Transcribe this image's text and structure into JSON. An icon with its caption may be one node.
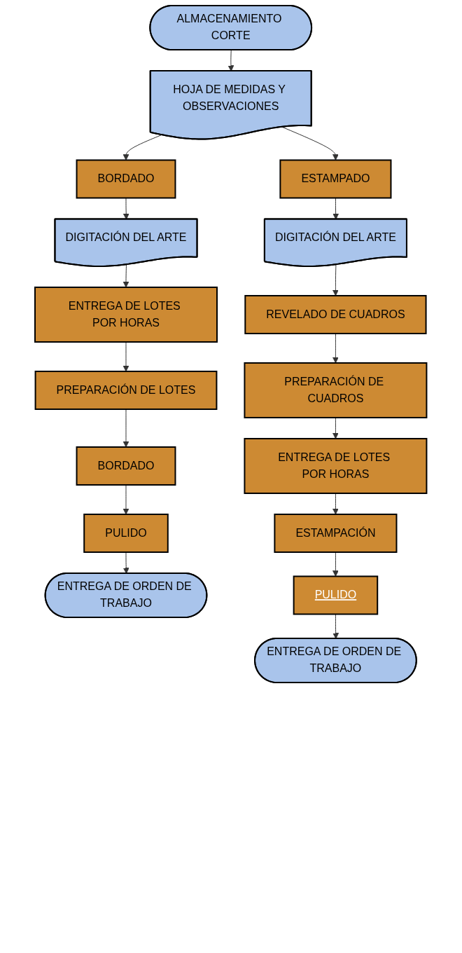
{
  "diagram": {
    "nodes": [
      {
        "text": [
          "ALMACENAMIENTO CORTE"
        ]
      },
      {
        "text": [
          "HOJA DE MEDIDAS Y OBSERVACIONES"
        ]
      },
      {
        "text": [
          "BORDADO"
        ]
      },
      {
        "text": [
          "DIGITACIÓN DEL ARTE"
        ]
      },
      {
        "text": [
          "ENTREGA DE LOTES POR HORAS"
        ]
      },
      {
        "text": [
          "PREPARACIÓN DE LOTES"
        ]
      },
      {
        "text": [
          "BORDADO"
        ]
      },
      {
        "text": [
          "PULIDO"
        ]
      },
      {
        "text": [
          "ENTREGA DE ORDEN DE TRABAJO"
        ]
      },
      {
        "text": [
          "ESTAMPADO"
        ]
      },
      {
        "text": [
          "DIGITACIÓN DEL ARTE"
        ]
      },
      {
        "text": [
          "REVELADO DE CUADROS"
        ]
      },
      {
        "text": [
          "PREPARACIÓN DE CUADROS"
        ]
      },
      {
        "text": [
          "ENTREGA DE LOTES POR HORAS"
        ]
      },
      {
        "text": [
          "ESTAMPACIÓN"
        ]
      },
      {
        "text": [
          "PULIDO"
        ]
      },
      {
        "text": [
          "ENTREGA DE ORDEN DE TRABAJO"
        ]
      }
    ],
    "edges": [
      {
        "from": 0,
        "to": 1,
        "arrow": "to"
      },
      {
        "from": 1,
        "to": 2,
        "arrow": "to"
      },
      {
        "from": 1,
        "to": 9,
        "arrow": "to"
      },
      {
        "from": 2,
        "to": 3,
        "arrow": "to"
      },
      {
        "from": 3,
        "to": 4,
        "arrow": "to"
      },
      {
        "from": 4,
        "to": 5,
        "arrow": "to"
      },
      {
        "from": 5,
        "to": 6,
        "arrow": "to"
      },
      {
        "from": 6,
        "to": 7,
        "arrow": "to"
      },
      {
        "from": 7,
        "to": 8,
        "arrow": "to"
      },
      {
        "from": 9,
        "to": 10,
        "arrow": "to"
      },
      {
        "from": 10,
        "to": 11,
        "arrow": "to"
      },
      {
        "from": 11,
        "to": 12,
        "arrow": "to"
      },
      {
        "from": 12,
        "to": 13,
        "arrow": "to"
      },
      {
        "from": 13,
        "to": 14,
        "arrow": "to"
      },
      {
        "from": 14,
        "to": 15,
        "arrow": "to"
      },
      {
        "from": 15,
        "to": 16,
        "arrow": "to"
      }
    ]
  }
}
